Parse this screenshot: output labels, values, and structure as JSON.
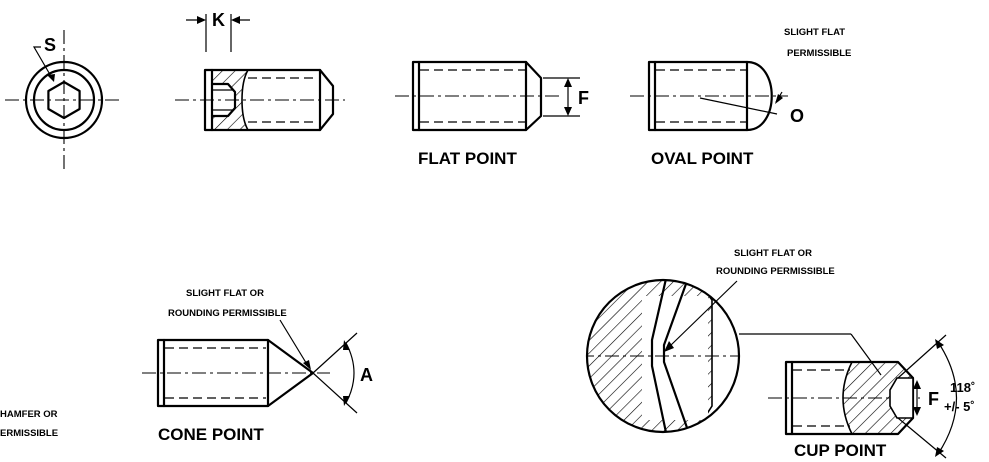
{
  "labels": {
    "socket_size": "S",
    "socket_depth": "K",
    "point_diameter": "F",
    "oval_radius": "O",
    "cone_angle": "A",
    "cup_diameter": "F"
  },
  "titles": {
    "flat_point": "FLAT POINT",
    "oval_point": "OVAL POINT",
    "cone_point": "CONE POINT",
    "cup_point": "CUP POINT"
  },
  "notes": {
    "oval_line1": "SLIGHT FLAT",
    "oval_line2": "PERMISSIBLE",
    "cone_line1": "SLIGHT FLAT OR",
    "cone_line2": "ROUNDING PERMISSIBLE",
    "cup_line1": "SLIGHT FLAT OR",
    "cup_line2": "ROUNDING PERMISSIBLE",
    "chamfer_line1": "HAMFER OR",
    "chamfer_line2": "ERMISSIBLE"
  },
  "cup_angle": {
    "value": "118˚",
    "tolerance": "+/- 5˚"
  }
}
